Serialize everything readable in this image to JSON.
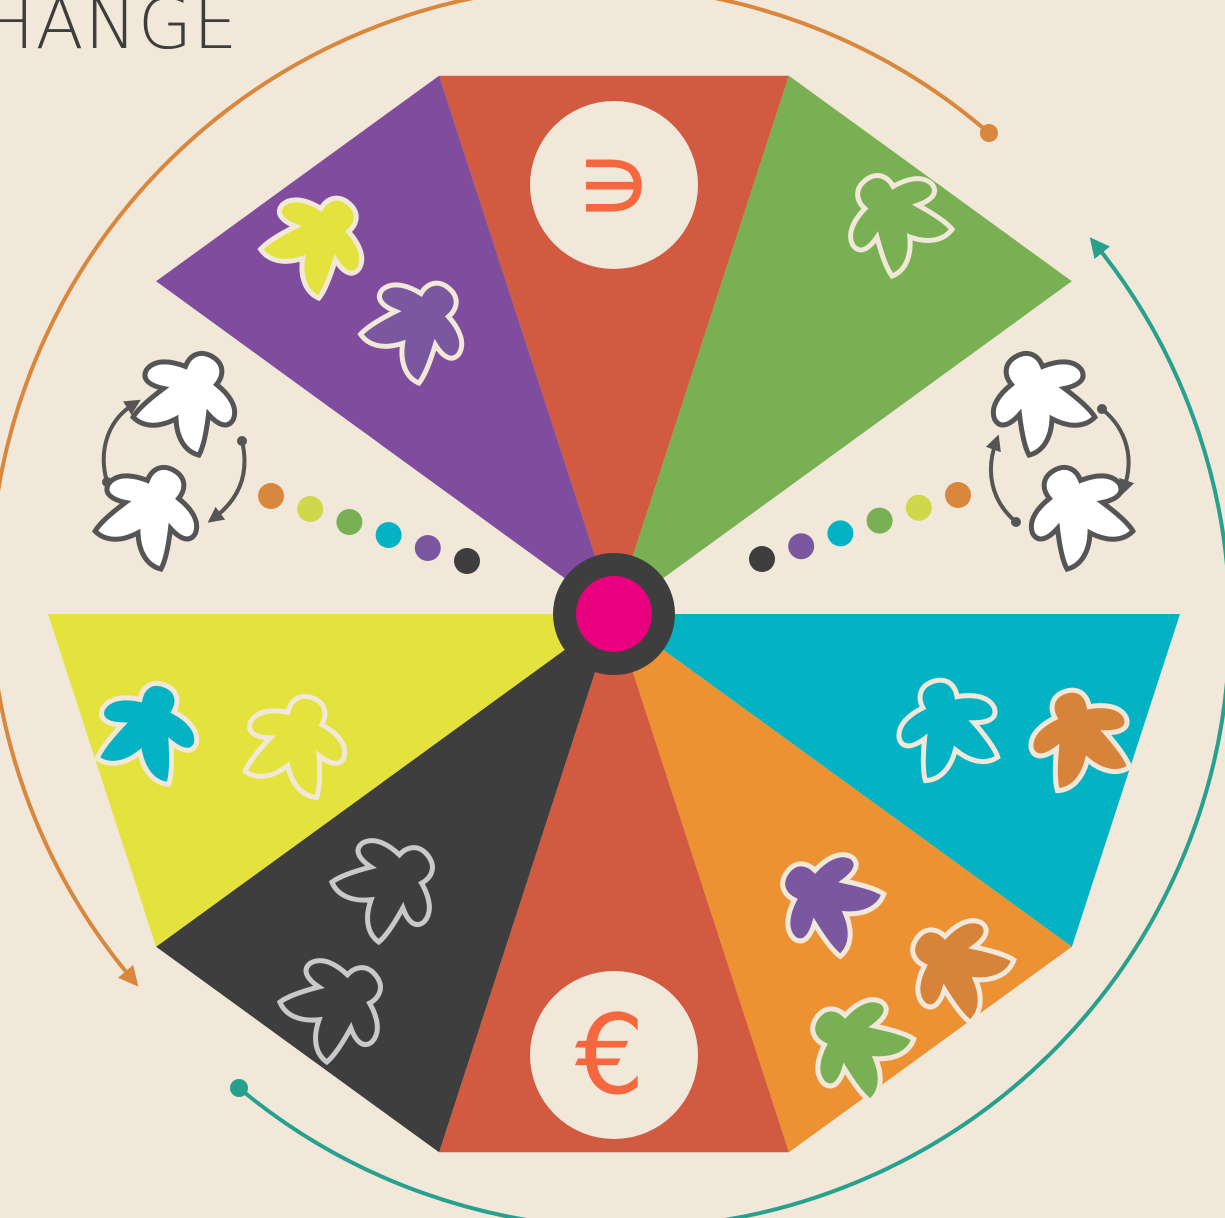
{
  "title": "HANGE",
  "hub_color": "#e8007e",
  "currency_symbols": {
    "top": "∍",
    "bottom": "€"
  },
  "palette": {
    "red": "#d15a40",
    "green": "#78b053",
    "cyan": "#03b3c3",
    "orange": "#ed9233",
    "dark": "#3e3e3e",
    "yellow": "#e4e23c",
    "purple": "#804c9d",
    "cream": "#f1e8da",
    "accent": "#f4673f",
    "meeple_purple": "#7a579f",
    "meeple_orange": "#d8833a",
    "arc_orange": "#d9873c",
    "arc_teal": "#27a08d"
  },
  "segments": [
    {
      "name": "top-currency",
      "color": "red"
    },
    {
      "name": "green",
      "color": "green"
    },
    {
      "name": "exchange-right",
      "color": "cream"
    },
    {
      "name": "cyan",
      "color": "cyan"
    },
    {
      "name": "orange",
      "color": "orange"
    },
    {
      "name": "bottom-currency",
      "color": "red"
    },
    {
      "name": "dark",
      "color": "dark"
    },
    {
      "name": "yellow",
      "color": "yellow"
    },
    {
      "name": "exchange-left",
      "color": "cream"
    },
    {
      "name": "purple",
      "color": "purple"
    }
  ],
  "dot_colors": [
    "#d9873c",
    "#cfd74a",
    "#78b053",
    "#03b3c3",
    "#7a579f",
    "#3e3e3e"
  ],
  "icons": [
    "meeple-icon",
    "exchange-arrows-icon",
    "euro-icon",
    "currency-icon"
  ]
}
